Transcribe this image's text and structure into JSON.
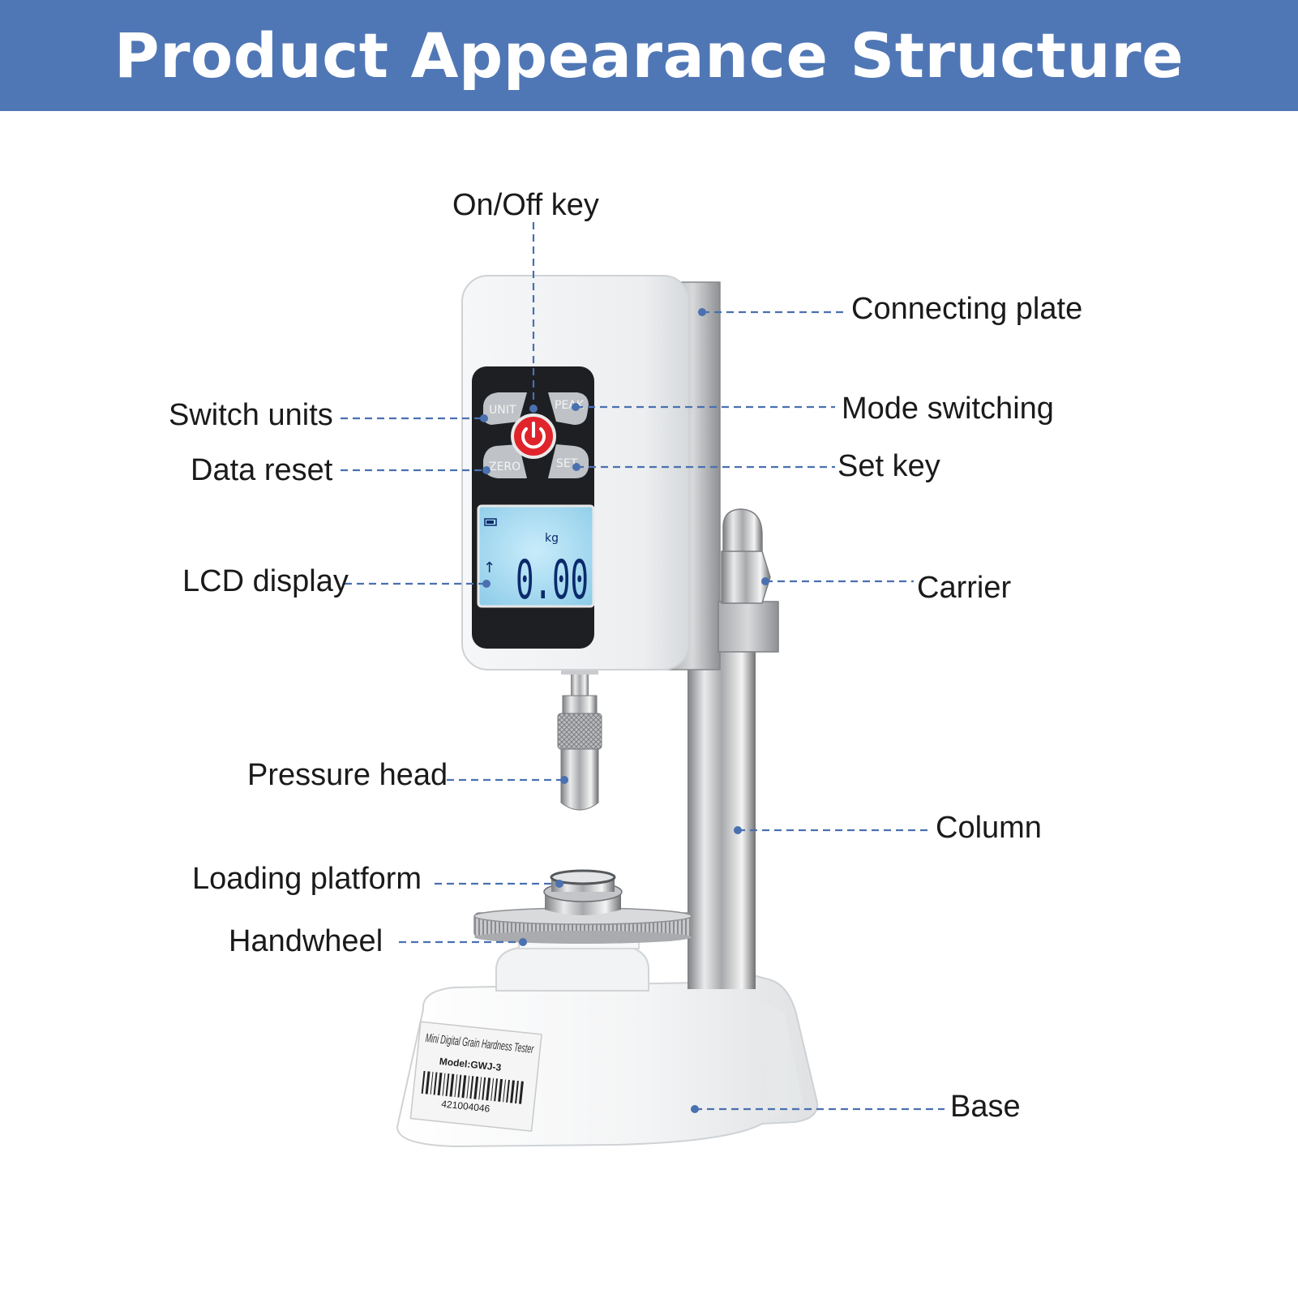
{
  "title": "Product Appearance Structure",
  "colors": {
    "banner": "#5077b5",
    "leader_line": "#4a70b0",
    "lcd_background": "#9fd6ef",
    "lcd_digits": "#0b2a6b",
    "power_button": "#e0242c"
  },
  "callouts": {
    "on_off_key": "On/Off key",
    "connecting_plate": "Connecting plate",
    "switch_units": "Switch units",
    "mode_switching": "Mode switching",
    "data_reset": "Data reset",
    "set_key": "Set key",
    "lcd_display": "LCD display",
    "carrier": "Carrier",
    "pressure_head": "Pressure head",
    "column": "Column",
    "loading_platform": "Loading platform",
    "handwheel": "Handwheel",
    "base": "Base"
  },
  "device": {
    "buttons": {
      "unit": "UNIT",
      "peak": "PEAK",
      "zero": "ZERO",
      "set": "SET"
    },
    "lcd": {
      "unit": "kg",
      "reading": "0.00"
    },
    "label_sticker": {
      "name": "Mini Digital Grain Hardness Tester",
      "model": "Model:GWJ-3",
      "serial": "421004046"
    }
  }
}
